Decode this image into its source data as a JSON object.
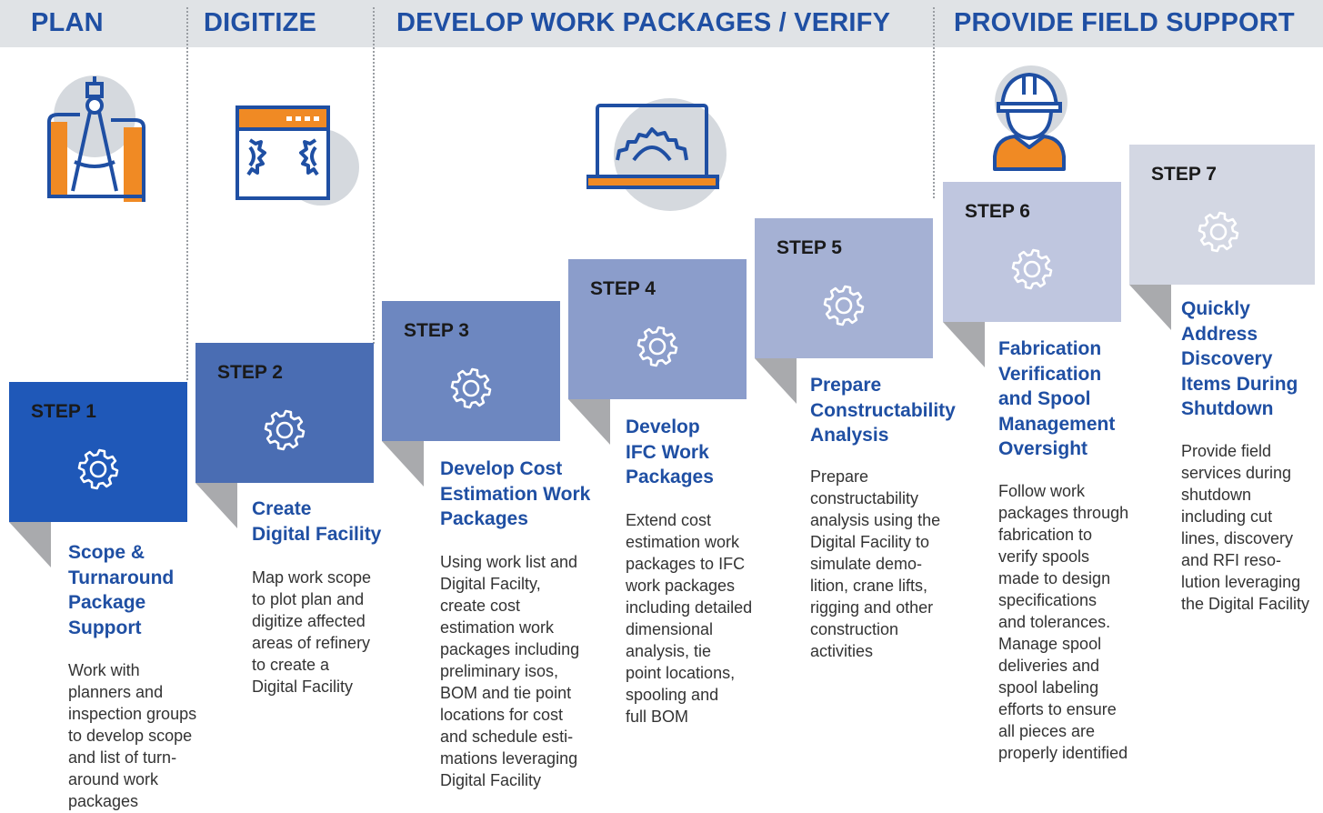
{
  "phases": [
    {
      "label": "PLAN"
    },
    {
      "label": "DIGITIZE"
    },
    {
      "label": "DEVELOP WORK PACKAGES / VERIFY"
    },
    {
      "label": "PROVIDE FIELD SUPPORT"
    }
  ],
  "icons": [
    "blueprint-compass-icon",
    "digitize-gears-window-icon",
    "laptop-gear-icon",
    "field-worker-hardhat-icon",
    "gear-icon"
  ],
  "colors": {
    "phase_text": "#1f4fa3",
    "phase_bar": "#e0e3e6",
    "accent_orange": "#f08a24",
    "icon_navy": "#1f4fa3",
    "icon_circle": "#d5d9de",
    "fold_grey": "#a9aaad",
    "step_colors": [
      "#1f58b8",
      "#4a6db3",
      "#6d87c0",
      "#8b9dcb",
      "#a5b1d4",
      "#bfc6df",
      "#d3d7e3"
    ]
  },
  "steps": [
    {
      "label": "STEP 1",
      "title": "Scope &\nTurnaround\nPackage\nSupport",
      "desc": "Work with\nplanners and\ninspection groups\nto develop scope\nand list of turn-\naround work\npackages"
    },
    {
      "label": "STEP 2",
      "title": "Create\nDigital Facility",
      "desc": "Map work scope\nto plot plan and\ndigitize affected\nareas of refinery\nto create a\nDigital Facility"
    },
    {
      "label": "STEP 3",
      "title": "Develop Cost\nEstimation Work\nPackages",
      "desc": "Using work list and\nDigital Facilty,\ncreate cost\nestimation work\npackages including\npreliminary isos,\nBOM and tie point\nlocations for cost\nand schedule esti-\nmations leveraging\nDigital Facility"
    },
    {
      "label": "STEP 4",
      "title": "Develop\nIFC Work\nPackages",
      "desc": "Extend cost\nestimation work\npackages to IFC\nwork packages\nincluding detailed\ndimensional\nanalysis, tie\npoint locations,\nspooling and\nfull BOM"
    },
    {
      "label": "STEP 5",
      "title": "Prepare\nConstructability\nAnalysis",
      "desc": "Prepare\nconstructability\nanalysis using the\nDigital Facility to\nsimulate demo-\nlition, crane lifts,\nrigging and other\nconstruction\nactivities"
    },
    {
      "label": "STEP 6",
      "title": "Fabrication\nVerification\nand Spool\nManagement\nOversight",
      "desc": "Follow work\npackages through\nfabrication to\nverify spools\nmade to design\nspecifications\nand tolerances.\nManage spool\ndeliveries and\nspool labeling\nefforts to ensure\nall pieces are\nproperly identified"
    },
    {
      "label": "STEP 7",
      "title": "Quickly\nAddress\nDiscovery\nItems During\nShutdown",
      "desc": "Provide field\nservices during\nshutdown\nincluding cut\nlines, discovery\nand RFI reso-\nlution leveraging\nthe Digital Facility"
    }
  ]
}
